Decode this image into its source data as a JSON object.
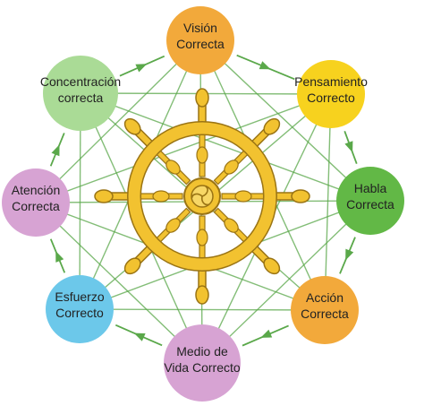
{
  "colors": {
    "wheel_fill": "#f2c230",
    "wheel_stroke": "#9a7414",
    "connector": "#5aa84a"
  },
  "nodes": [
    {
      "id": "vision",
      "line1": "Visión",
      "line2": "Correcta",
      "color": "#f2a93b"
    },
    {
      "id": "pensamiento",
      "line1": "Pensamiento",
      "line2": "Correcto",
      "color": "#f7d21e"
    },
    {
      "id": "habla",
      "line1": "Habla",
      "line2": "Correcta",
      "color": "#62b846"
    },
    {
      "id": "accion",
      "line1": "Acción",
      "line2": "Correcta",
      "color": "#f2a93b"
    },
    {
      "id": "medio",
      "line1": "Medio de",
      "line2": "Vida Correcto",
      "color": "#d7a3d3"
    },
    {
      "id": "esfuerzo",
      "line1": "Esfuerzo",
      "line2": "Correcto",
      "color": "#6cc8ea"
    },
    {
      "id": "atencion",
      "line1": "Atención",
      "line2": "Correcta",
      "color": "#d7a3d3"
    },
    {
      "id": "concentracion",
      "line1": "Concentración",
      "line2": "correcta",
      "color": "#aadb96"
    }
  ]
}
